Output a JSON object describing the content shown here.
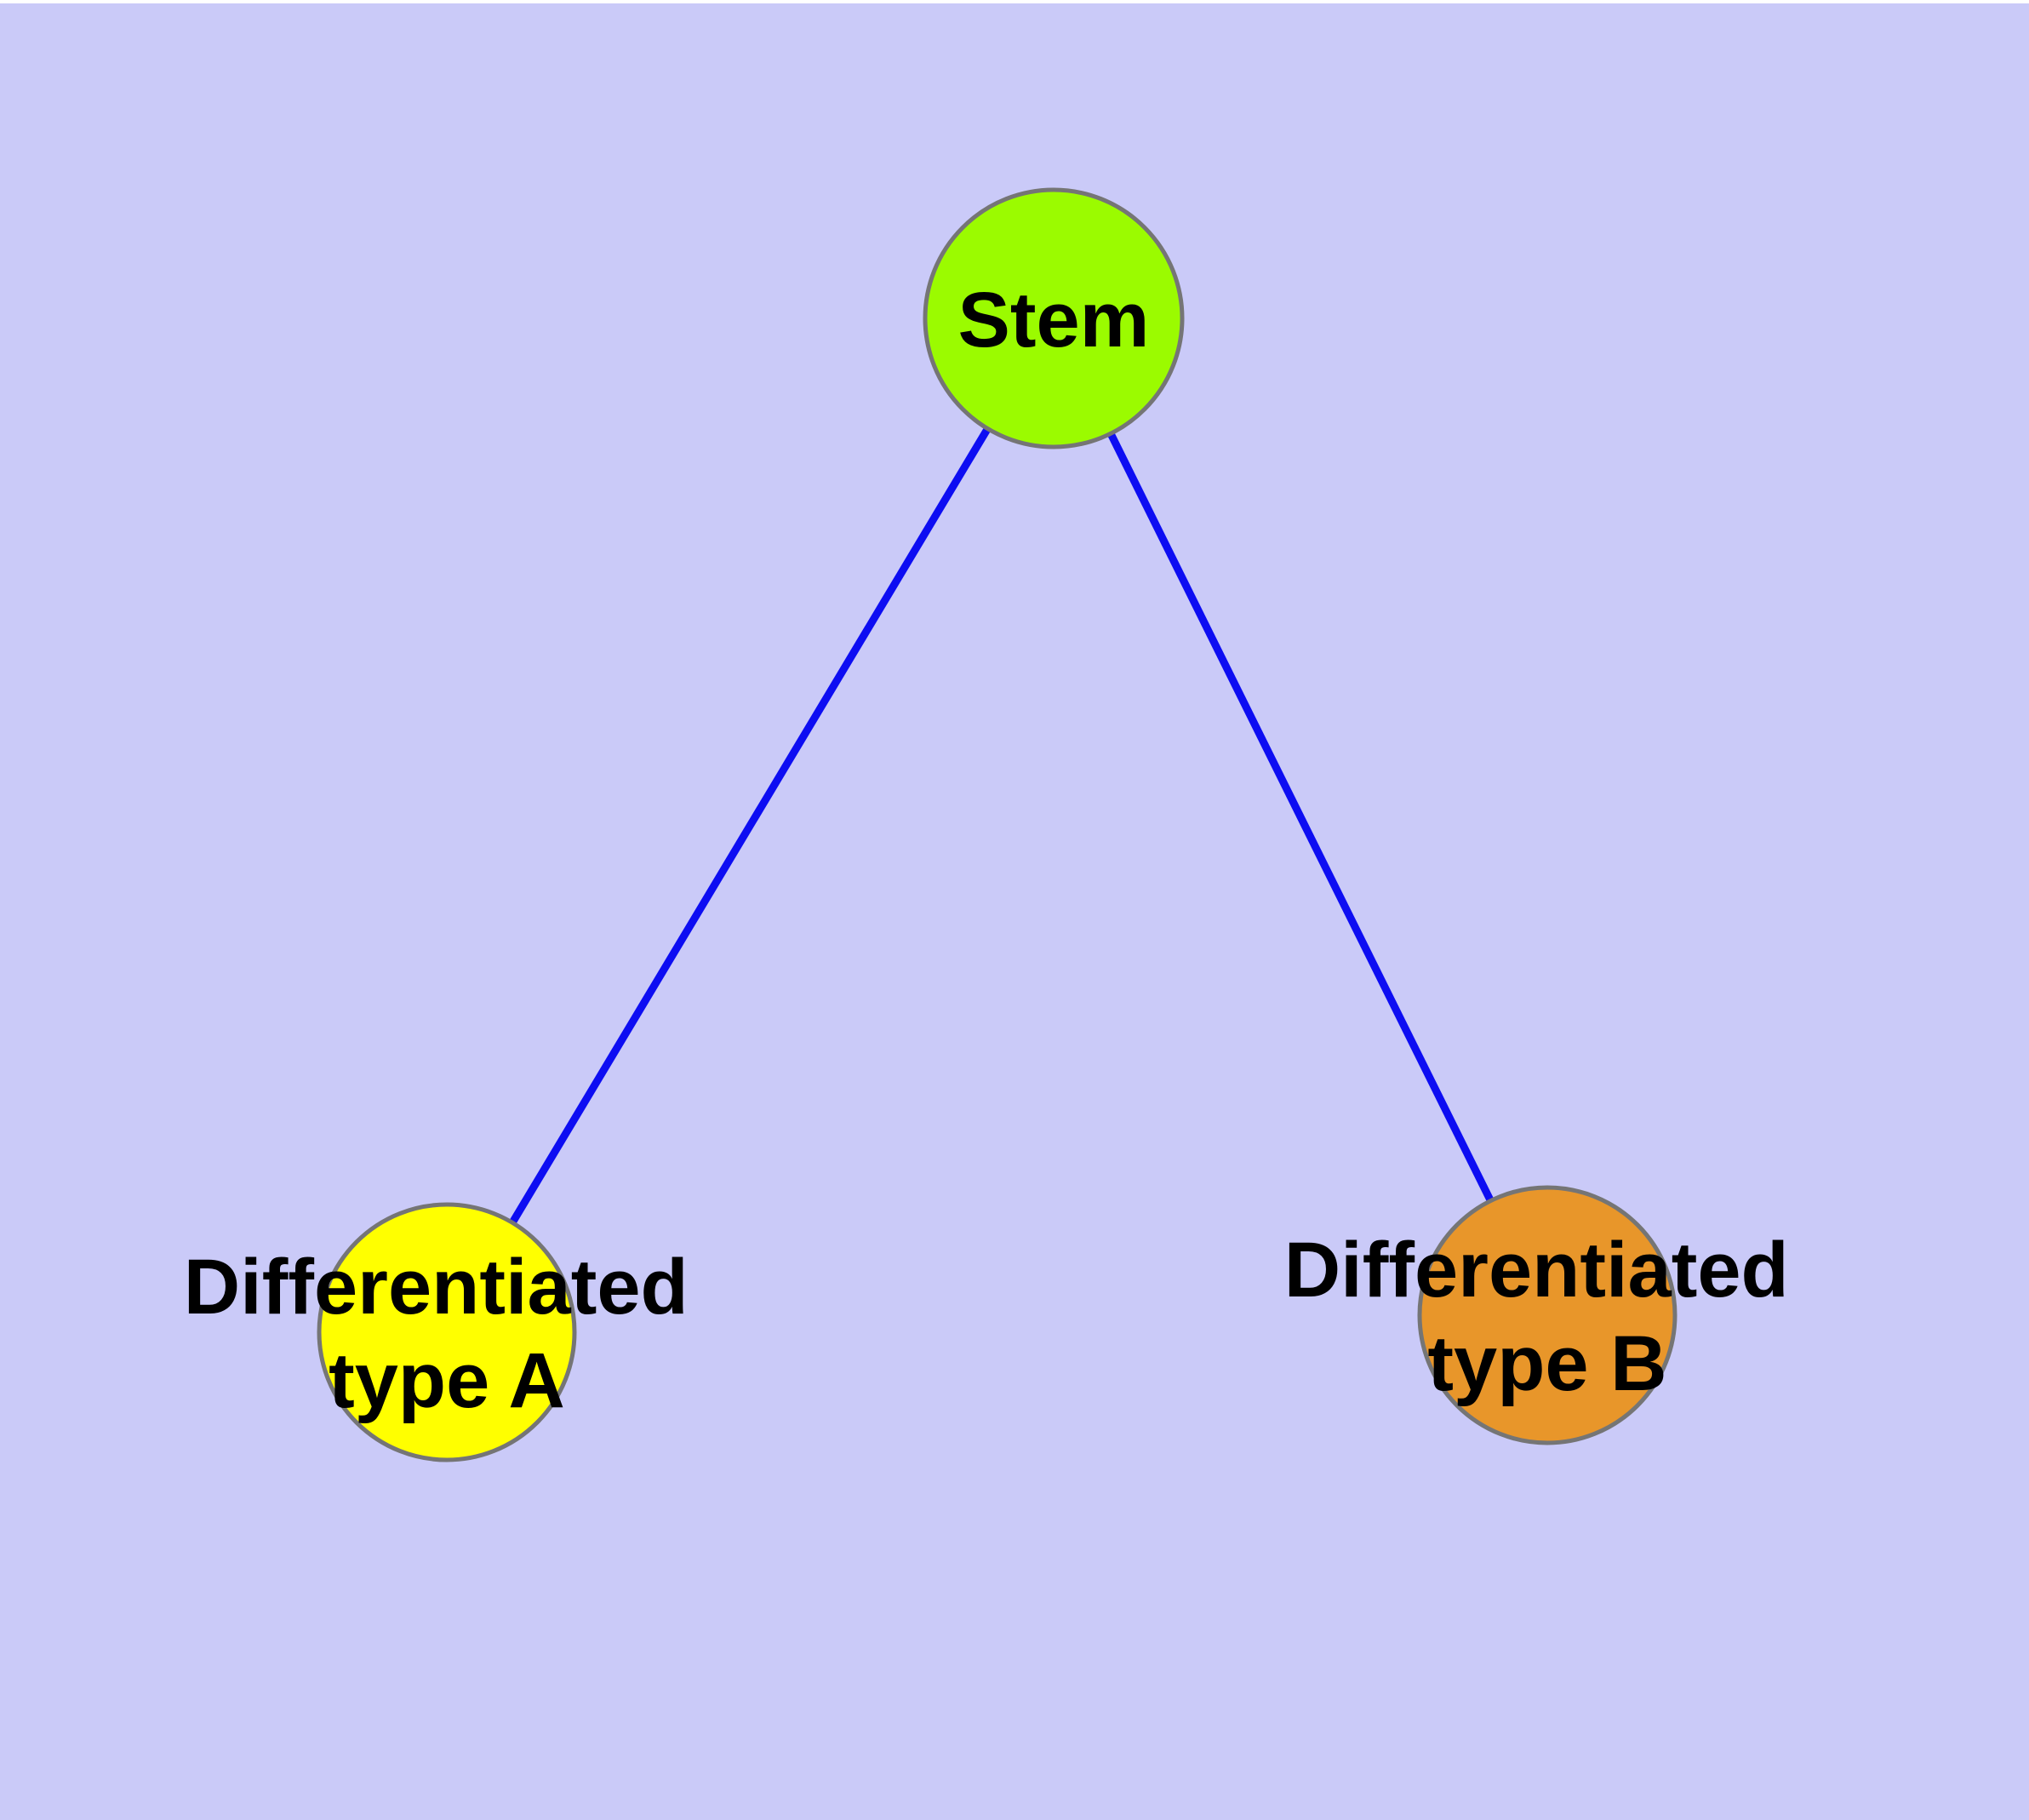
{
  "diagram": {
    "background_color": "#CACAF8",
    "top_margin_color": "#FFFFFF",
    "text_color": "#000000",
    "node_border_color": "#757575",
    "edge_color": "#0D0DF2",
    "nodes": {
      "stem": {
        "label": "Stem",
        "fill": "#9BFB00"
      },
      "type_a": {
        "label_line1": "Differentiated",
        "label_line2": "type A",
        "fill": "#FFFF00"
      },
      "type_b": {
        "label_line1": "Differentiated",
        "label_line2": "type B",
        "fill": "#E8962A"
      }
    },
    "edges": [
      {
        "from": "stem",
        "to": "type_a"
      },
      {
        "from": "stem",
        "to": "type_b"
      }
    ]
  }
}
